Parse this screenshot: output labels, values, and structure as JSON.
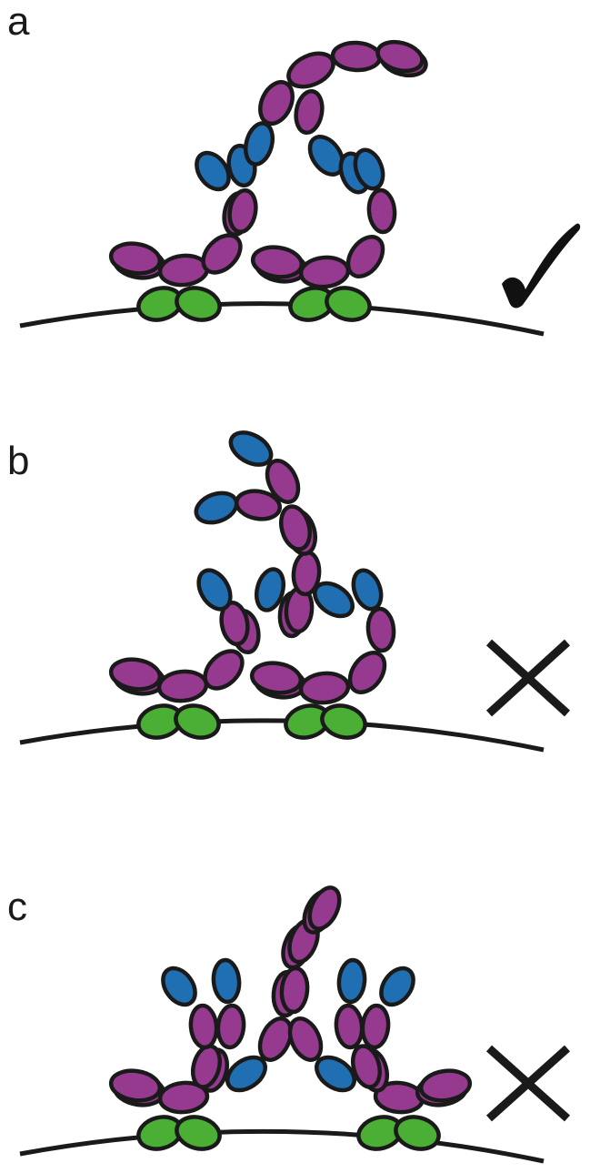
{
  "panels": [
    {
      "label": "a",
      "verdict": "check"
    },
    {
      "label": "b",
      "verdict": "cross"
    },
    {
      "label": "c",
      "verdict": "cross"
    }
  ],
  "colors": {
    "purple": "#963a8f",
    "blue": "#1f6fb2",
    "green": "#4caf35",
    "outline": "#1a1a1a",
    "background": "#ffffff"
  }
}
